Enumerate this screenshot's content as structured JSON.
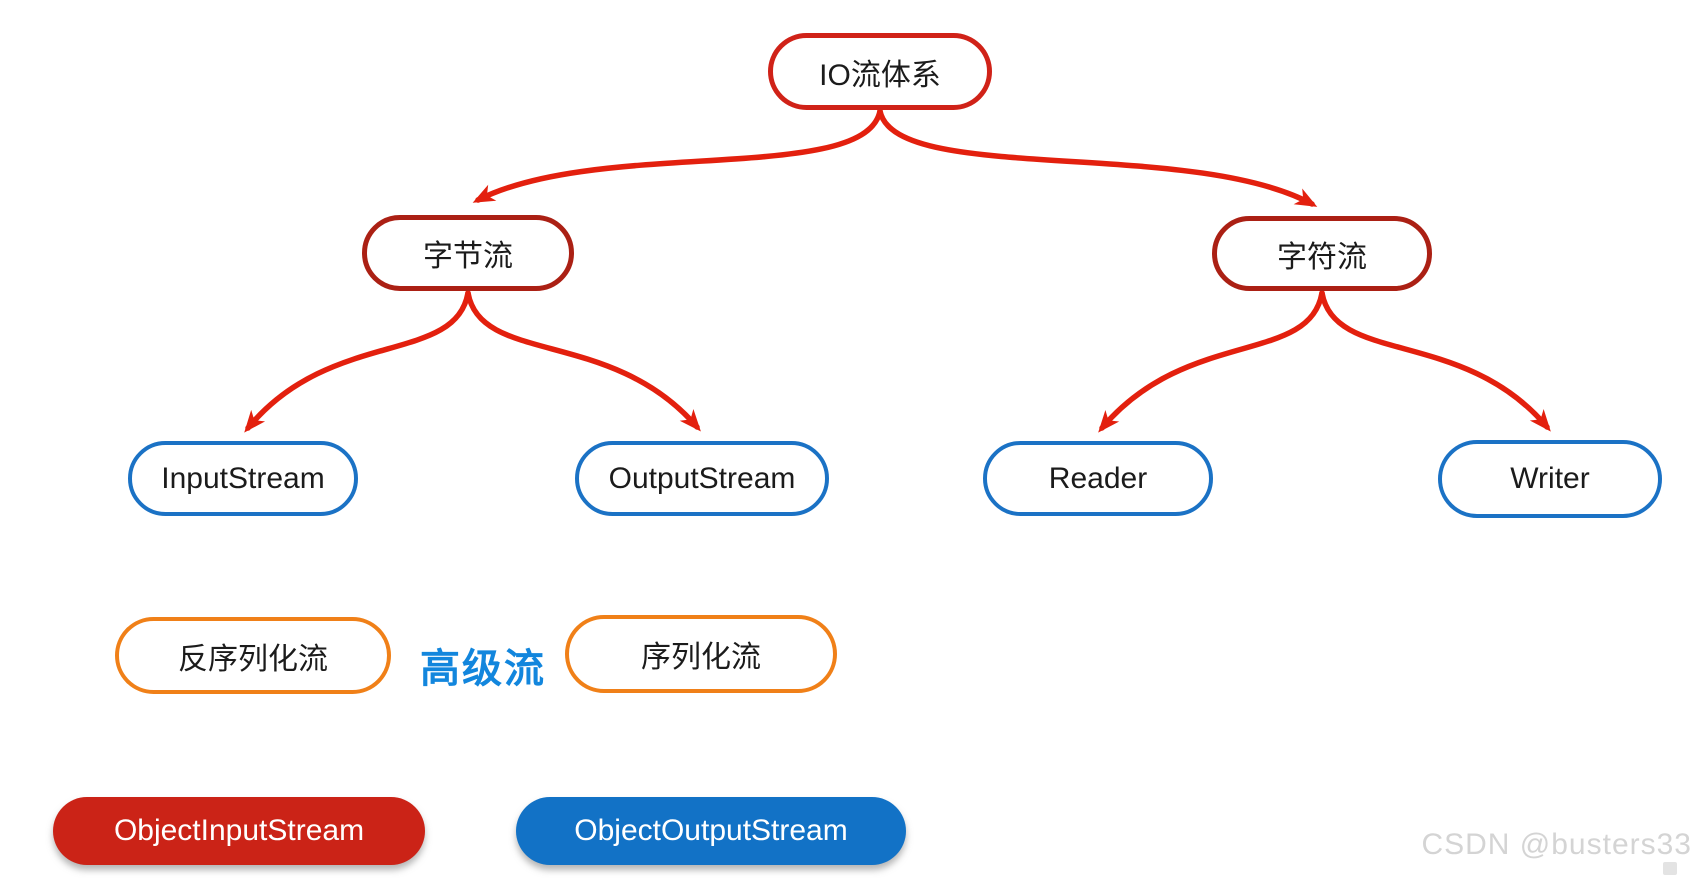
{
  "diagram": {
    "type": "mindmap",
    "nodes": {
      "root": {
        "label": "IO流体系"
      },
      "byte_stream": {
        "label": "字节流"
      },
      "char_stream": {
        "label": "字符流"
      },
      "input_stream": {
        "label": "InputStream"
      },
      "output_stream": {
        "label": "OutputStream"
      },
      "reader": {
        "label": "Reader"
      },
      "writer": {
        "label": "Writer"
      },
      "deserialization_stream": {
        "label": "反序列化流"
      },
      "advanced_stream": {
        "label": "高级流"
      },
      "serialization_stream": {
        "label": "序列化流"
      },
      "object_input_stream": {
        "label": "ObjectInputStream"
      },
      "object_output_stream": {
        "label": "ObjectOutputStream"
      }
    },
    "edges": [
      {
        "from": "root",
        "to": "byte_stream"
      },
      {
        "from": "root",
        "to": "char_stream"
      },
      {
        "from": "byte_stream",
        "to": "input_stream"
      },
      {
        "from": "byte_stream",
        "to": "output_stream"
      },
      {
        "from": "char_stream",
        "to": "reader"
      },
      {
        "from": "char_stream",
        "to": "writer"
      }
    ]
  },
  "watermark": {
    "text": "CSDN @busters33"
  },
  "colors": {
    "background": "#ffffff",
    "arrow_red": "#e3200e",
    "root_border_red": "#d02218",
    "branch_border_red": "#ab2014",
    "leaf_border_blue": "#1b72c5",
    "advanced_border_orange": "#f08018",
    "advanced_text_blue": "#1286dd",
    "object_input_fill_red": "#cb2317",
    "object_output_fill_blue": "#1272c6",
    "text_black": "#1b1b1b",
    "watermark_gray": "#d4d4d4"
  }
}
